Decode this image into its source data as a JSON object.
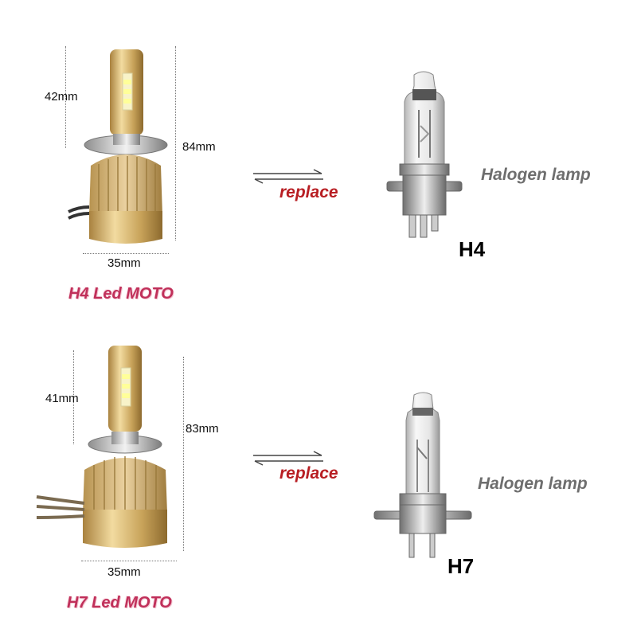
{
  "sections": [
    {
      "id": "h4",
      "product_title": "H4 Led MOTO",
      "top_height": "42mm",
      "total_height": "84mm",
      "width": "35mm",
      "replace_label": "replace",
      "halogen_label": "Halogen lamp",
      "model": "H4"
    },
    {
      "id": "h7",
      "product_title": "H7 Led MOTO",
      "top_height": "41mm",
      "total_height": "83mm",
      "width": "35mm",
      "replace_label": "replace",
      "halogen_label": "Halogen lamp",
      "model": "H7"
    }
  ],
  "colors": {
    "title": "#c0305a",
    "replace": "#b81e23",
    "halogen": "#6e6e6e",
    "gold": "#c9a864"
  },
  "icons": [
    "led-bulb-h4",
    "led-bulb-h7",
    "halogen-bulb-h4",
    "halogen-bulb-h7",
    "swap-arrows-icon"
  ]
}
